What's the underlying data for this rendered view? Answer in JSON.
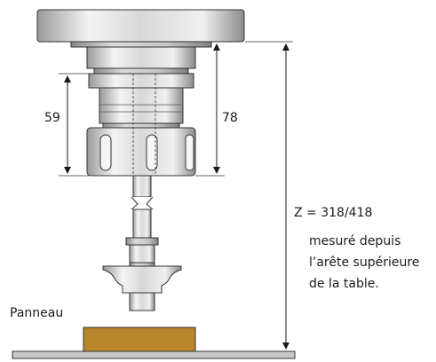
{
  "labels": {
    "dim_59": "59",
    "dim_78": "78",
    "z_value": "Z  = 318/418",
    "note_line1": "mesuré depuis",
    "note_line2": "l’arête supérieure",
    "note_line3": "de la table.",
    "panel": "Panneau"
  },
  "colors": {
    "metal_light": "#e6e6e6",
    "metal_dark": "#9a9a9a",
    "outline": "#333333",
    "panel_fill": "#b8862b",
    "table_fill": "#c8c8c8"
  }
}
